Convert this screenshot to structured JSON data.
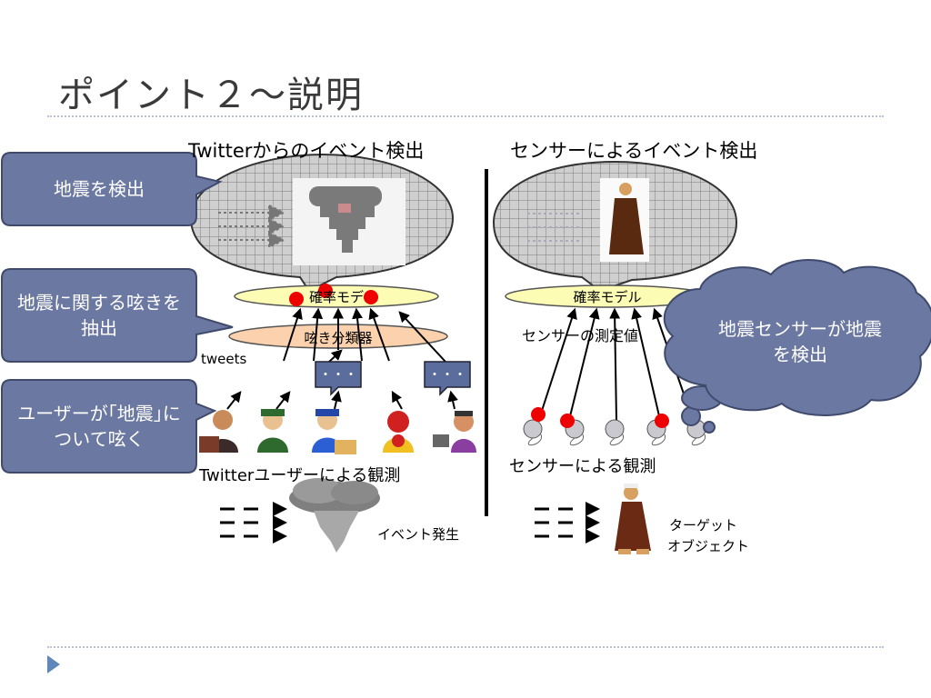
{
  "title": "ポイント２～説明",
  "left": {
    "heading": "Twitterからのイベント検出",
    "model_label": "確率モデ",
    "classifier_label": "呟き分類器",
    "tweets_label": "tweets",
    "ellipsis": "・・・",
    "users_label": "Twitterユーザーによる観測",
    "event_label": "イベント発生"
  },
  "right": {
    "heading": "センサーによるイベント検出",
    "model_label": "確率モデル",
    "measure_label": "センサーの測定値",
    "sensors_label": "センサーによる観測",
    "target_label_line1": "ターゲット",
    "target_label_line2": "オブジェクト"
  },
  "callouts": {
    "detect": "地震を検出",
    "extract": "地震に関する呟きを抽出",
    "users": "ユーザーが｢地震｣について呟く",
    "sensor_cloud": "地震センサーが地震を検出"
  },
  "colors": {
    "callout_fill": "#6b78a1",
    "model_fill": "#fdfcb4",
    "classifier_fill": "#fbd2ad",
    "red_dot": "#ee0000",
    "nav_arrow": "#5f87b7"
  }
}
